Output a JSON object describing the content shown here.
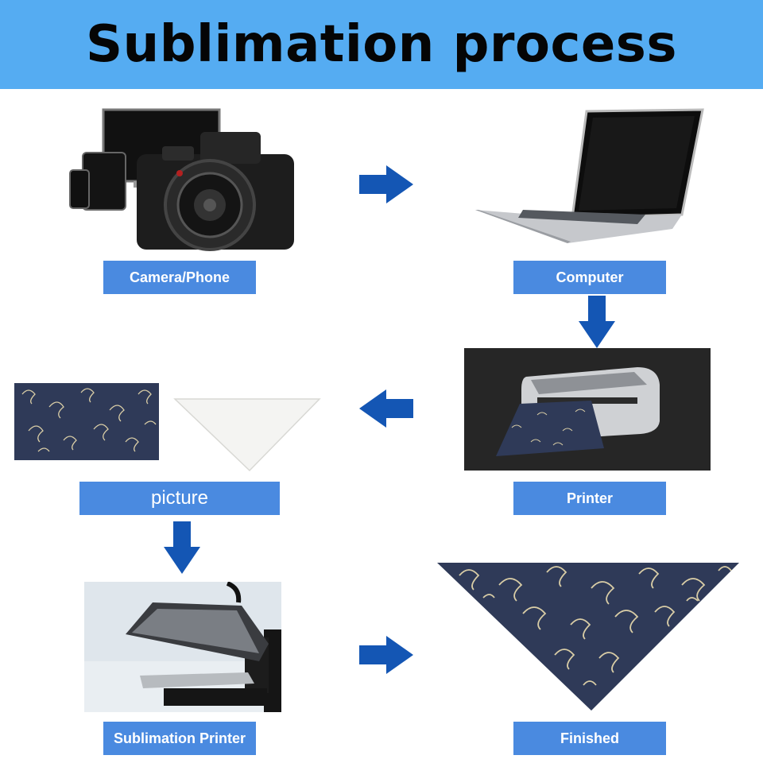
{
  "title": "Sublimation process",
  "steps": {
    "camera": "Camera/Phone",
    "computer": "Computer",
    "printer": "Printer",
    "picture": "picture",
    "sublimation_printer": "Sublimation Printer",
    "finished": "Finished"
  },
  "colors": {
    "banner": "#55acf2",
    "label": "#4a8ae0",
    "arrow": "#1456b4",
    "fabric": "#2f3a58",
    "swirl": "#d9cda6"
  }
}
